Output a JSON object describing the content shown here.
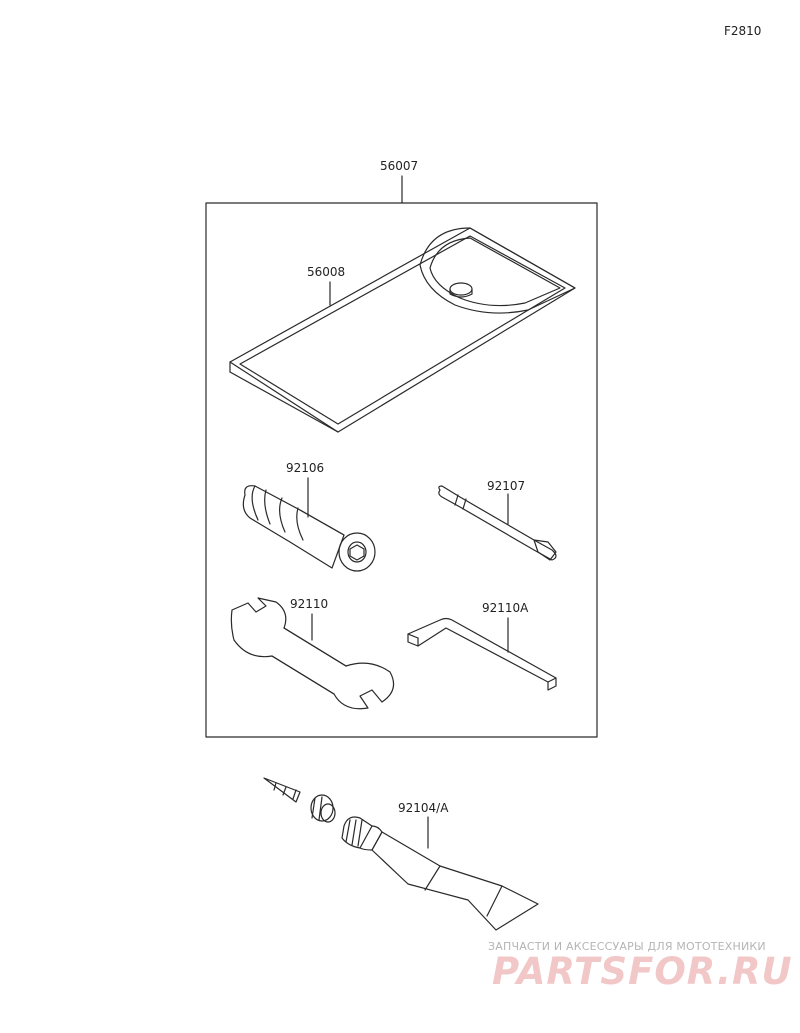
{
  "diagram": {
    "ref_code": "F2810",
    "parts": [
      {
        "number": "56007"
      },
      {
        "number": "56008"
      },
      {
        "number": "92106"
      },
      {
        "number": "92107"
      },
      {
        "number": "92110"
      },
      {
        "number": "92110A"
      },
      {
        "number": "92104/A"
      }
    ]
  },
  "watermark": {
    "caption": "ЗАПЧАСТИ И АКСЕССУАРЫ ДЛЯ МОТОТЕХНИКИ",
    "logo": "PARTSFOR.RU",
    "logo_color": "#f1c7c7"
  },
  "colors": {
    "line": "#2a2a2a",
    "background": "#ffffff"
  }
}
